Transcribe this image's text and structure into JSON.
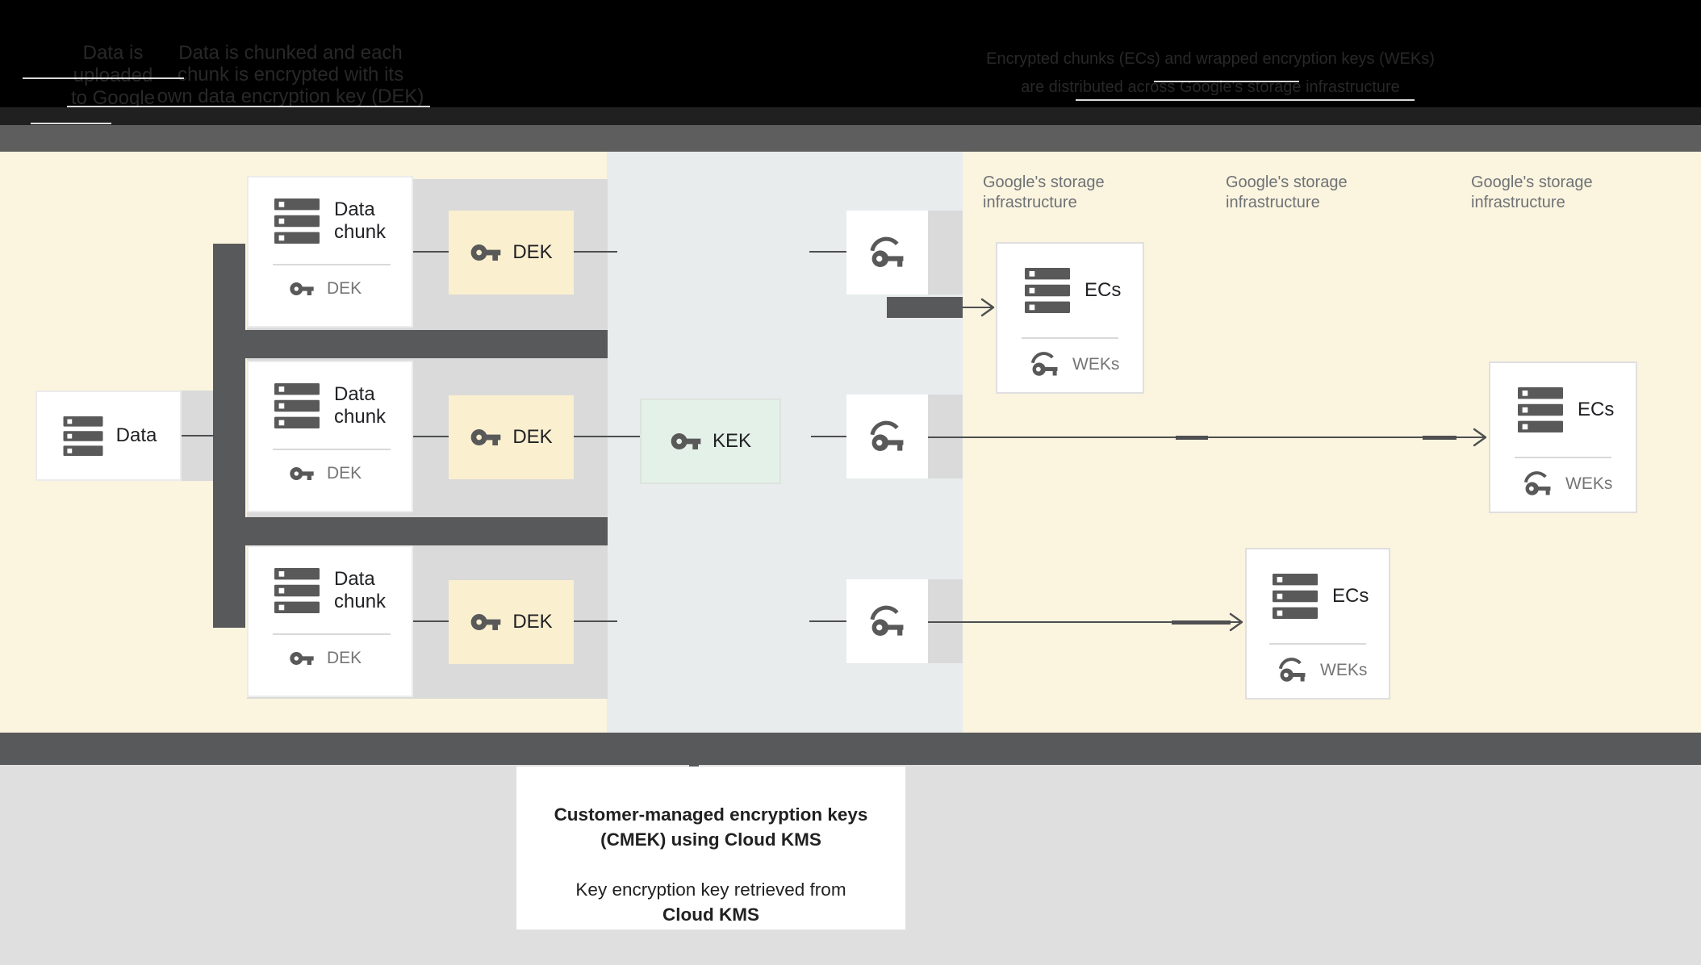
{
  "header": {
    "columns": [
      {
        "lines": [
          "Data is",
          "uploaded",
          "to Google"
        ]
      },
      {
        "lines": [
          "Data is chunked and each",
          "chunk is encrypted with its",
          "own data encryption key (DEK)"
        ]
      },
      {
        "lines": [
          "Encrypted chunks (ECs) and wrapped encryption keys (WEKs)",
          "are distributed across Google's storage infrastructure"
        ]
      }
    ]
  },
  "diagram": {
    "data_box": {
      "label": "Data"
    },
    "chunk_boxes": [
      {
        "title": "Data chunk",
        "key_label": "DEK"
      },
      {
        "title": "Data chunk",
        "key_label": "DEK"
      },
      {
        "title": "Data chunk",
        "key_label": "DEK"
      }
    ],
    "dek_boxes": [
      {
        "label": "DEK"
      },
      {
        "label": "DEK"
      },
      {
        "label": "DEK"
      }
    ],
    "kek_box": {
      "label": "KEK"
    },
    "storage_labels": [
      "Google's storage infrastructure",
      "Google's storage infrastructure",
      "Google's storage infrastructure"
    ],
    "ec_boxes": [
      {
        "title": "ECs",
        "key_label": "WEKs"
      },
      {
        "title": "ECs",
        "key_label": "WEKs"
      },
      {
        "title": "ECs",
        "key_label": "WEKs"
      }
    ]
  },
  "caption": {
    "paragraph1": "Customer-managed encryption keys (CMEK) using Cloud KMS",
    "paragraph2_text": "Key encryption key retrieved from",
    "paragraph2_bold": "Cloud KMS"
  },
  "colors": {
    "cream_background": "#FBF4DF",
    "kms_panel": "#E8ECED",
    "dek_box_yellow": "#FAEFCF",
    "kek_box_mint": "#E4F1E9",
    "connector_dark_gray": "#58595A",
    "row_band_gray": "#DADADA",
    "icon_gray": "#595959",
    "muted_label_gray": "#757575"
  }
}
